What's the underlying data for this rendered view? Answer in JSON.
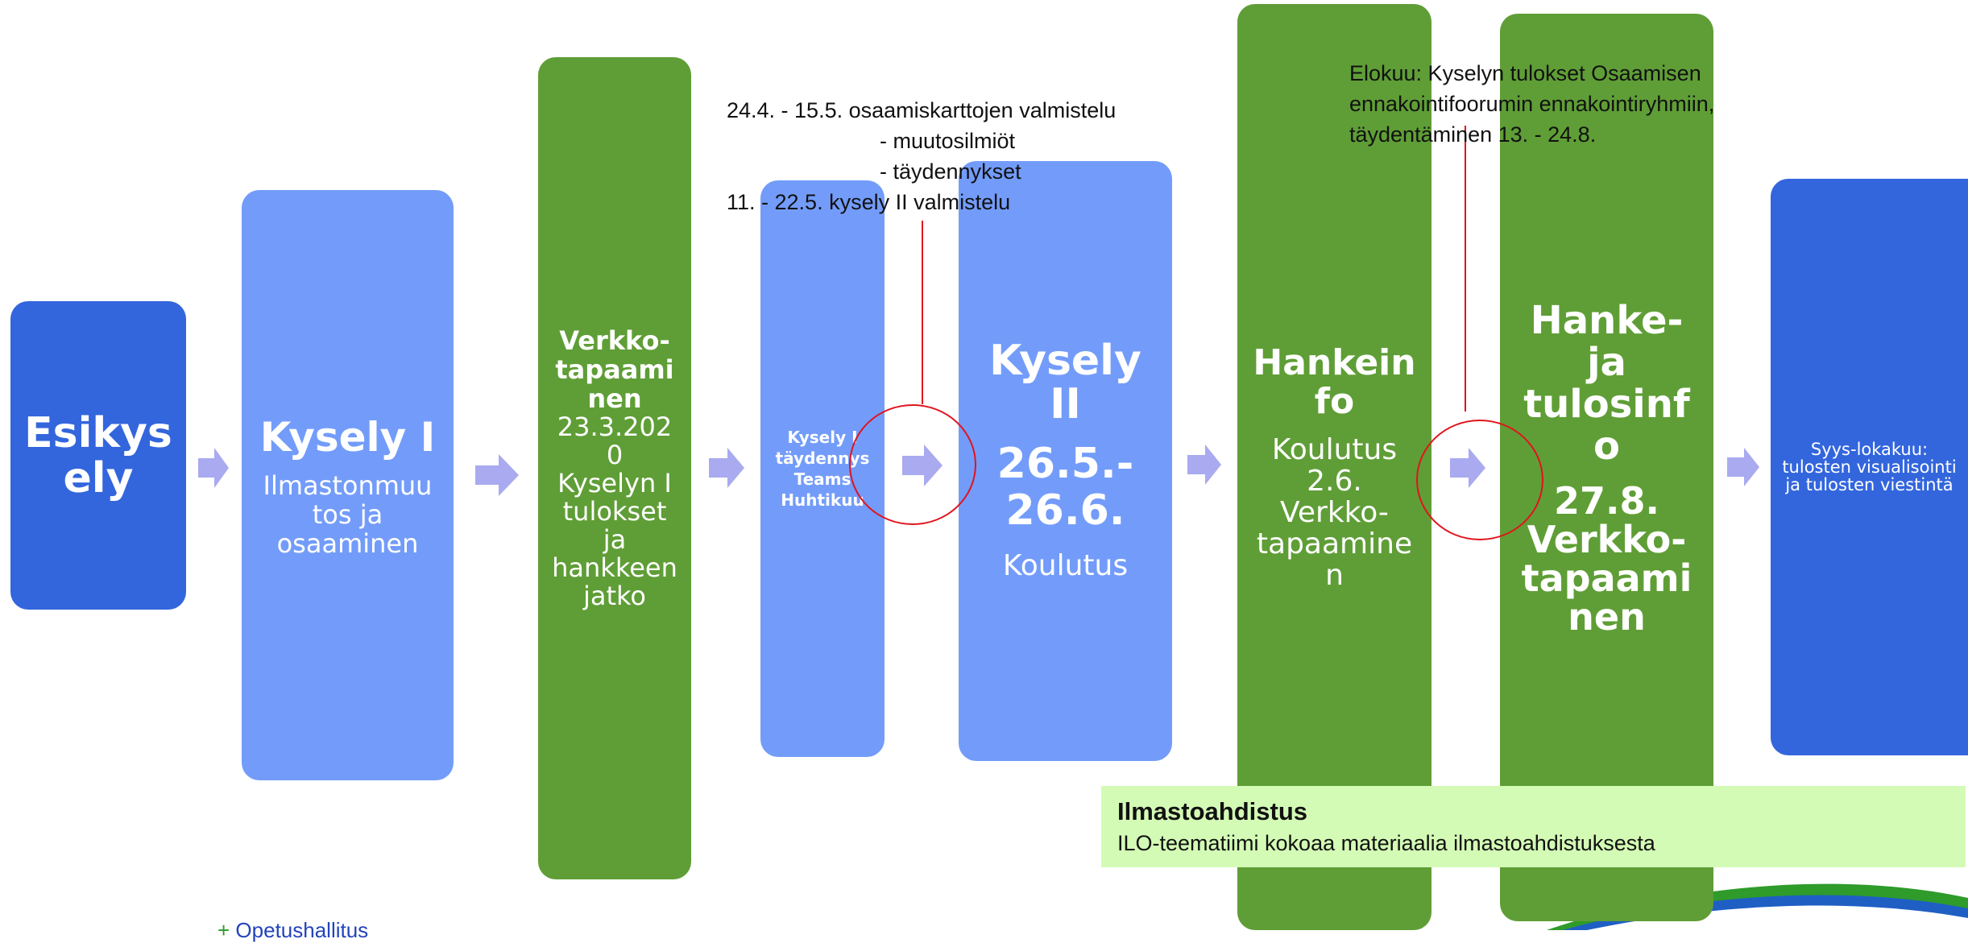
{
  "steps": [
    {
      "title": "Esikys\nely",
      "lines": []
    },
    {
      "title": "Kysely I",
      "lines": [
        "Ilmastonmuu\ntos ja\nosaaminen"
      ]
    },
    {
      "title": "Verkko-\ntapaami\nnen",
      "lines": [
        "23.3.202\n0\nKyselyn I\ntulokset\nja\nhankkeen\njatko"
      ]
    },
    {
      "title": "Kysely I\ntäydennys\nTeams\nHuhtikuu",
      "lines": []
    },
    {
      "title": "Kysely\nII",
      "date": "26.5.-\n26.6.",
      "lines": [
        "Koulutus"
      ]
    },
    {
      "title": "Hankein\nfo",
      "lines": [
        "Koulutus\n2.6.\nVerkko-\ntapaamine\nn"
      ]
    },
    {
      "title": "Hanke-\nja\ntulosinf\no",
      "date": "27.8.\nVerkko-\ntapaami\nnen",
      "lines": []
    },
    {
      "title": "Syys-lokakuu:\ntulosten visualisointi\nja tulosten viestintä",
      "lines": []
    }
  ],
  "annotations": {
    "prep": [
      "24.4. - 15.5. osaamiskarttojen valmistelu",
      "- muutosilmiöt",
      "- täydennykset",
      "11. - 22.5. kysely II valmistelu"
    ],
    "august": [
      "Elokuu: Kyselyn tulokset Osaamisen",
      "ennakointifoorumin ennakointiryhmiin,",
      "täydentäminen 13. - 24.8."
    ]
  },
  "callout": {
    "title": "Ilmastoahdistus",
    "text": "ILO-teematiimi kokoaa materiaalia ilmastoahdistuksesta"
  },
  "footer": "Opetushallitus",
  "colors": {
    "dark_blue": "#3366dd",
    "light_blue": "#739cfa",
    "green": "#5f9e36",
    "arrow": "#a9aaef",
    "highlight_ring": "#e0141e",
    "callout_bg": "#d3fbb5"
  }
}
